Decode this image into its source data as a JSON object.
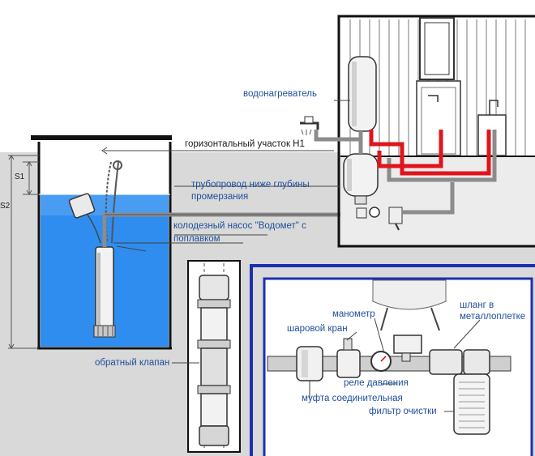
{
  "labels": {
    "water_heater": "водонагреватель",
    "horizontal_section": "горизонтальный участок Н1",
    "pipeline_line1": "трубопровод ниже глубины",
    "pipeline_line2": "промерзания",
    "pump_line1": "колодезный насос \"Водомет\" с",
    "pump_line2": "поплавком",
    "check_valve": "обратный клапан",
    "s1": "S1",
    "s2": "S2",
    "manometer": "манометр",
    "ball_valve": "шаровой кран",
    "hose_line1": "шланг в",
    "hose_line2": "металлоплетке",
    "pressure_relay": "реле давления",
    "coupling": "муфта соединительная",
    "filter": "фильтр очистки"
  },
  "colors": {
    "water": "#2f8df0",
    "water_light": "#7fc0ff",
    "ground": "#d9d9d9",
    "hot_pipe": "#e0141b",
    "cold_pipe": "#8c8c8c",
    "frame": "#1d2fb0",
    "label": "#1f4e9a"
  }
}
